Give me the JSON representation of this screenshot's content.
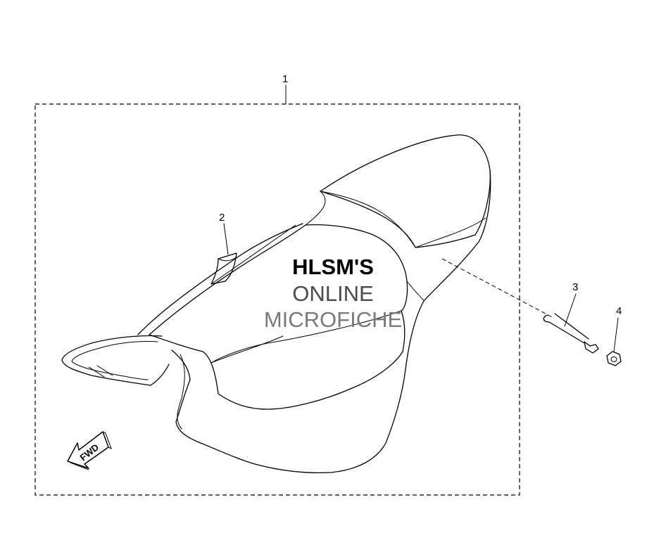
{
  "callouts": {
    "part_1": "1",
    "part_2": "2",
    "part_3": "3",
    "part_4": "4"
  },
  "watermark": {
    "line1": "HLSM'S",
    "line2": "ONLINE",
    "line3": "MICROFICHE",
    "color_line1": "#000000",
    "color_line2": "#4a4a4a",
    "color_line3": "#7a7a7a"
  },
  "fwd_arrow": {
    "label": "FWD"
  }
}
